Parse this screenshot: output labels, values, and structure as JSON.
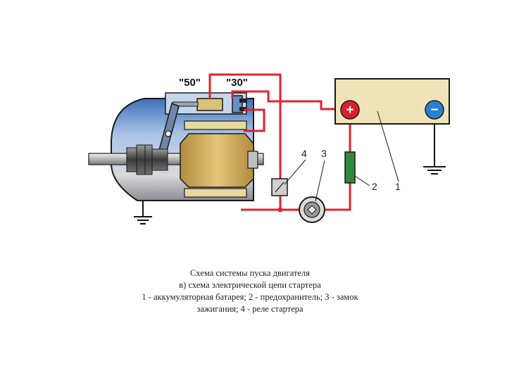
{
  "diagram": {
    "terminal_50": "\"50\"",
    "terminal_30": "\"30\"",
    "callouts": {
      "relay": "4",
      "ignition_switch": "3",
      "fuse": "2",
      "battery": "1"
    },
    "battery_plus": "+",
    "battery_minus": "−"
  },
  "caption": {
    "line1": "Схема системы пуска двигателя",
    "line2": "в) схема электрической цепи стартера",
    "line3": "1 - аккумуляторная батарея; 2 - предохранитель; 3 - замок",
    "line4": "зажигания; 4 - реле стартера"
  },
  "colors": {
    "wire": "#e0232e",
    "ground": "#111111",
    "battery_fill": "#efe4b8",
    "armature": "#c9a95c",
    "fuse": "#2e8b3a",
    "plus_terminal": "#d8202a",
    "minus_terminal": "#2b7fd0"
  }
}
